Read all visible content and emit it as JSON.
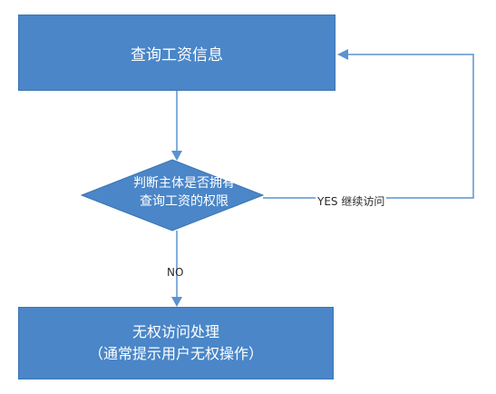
{
  "nodes": {
    "query": "查询工资信息",
    "decision": [
      "判断主体是否拥有",
      "查询工资的权限"
    ],
    "deny": [
      "无权访问处理",
      "（通常提示用户无权操作）"
    ]
  },
  "edges": {
    "yes": "YES 继续访问",
    "no": "NO"
  },
  "colors": {
    "node_fill": "#4a86c8",
    "line": "#5b93cf",
    "text_on_node": "#ffffff"
  }
}
